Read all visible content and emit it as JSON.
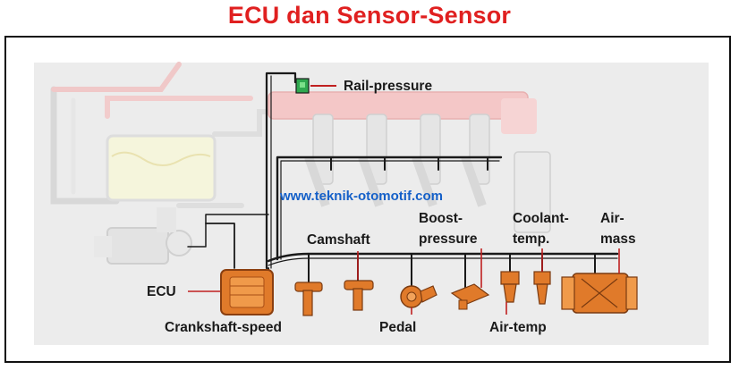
{
  "title": "ECU dan Sensor-Sensor",
  "watermark": "www.teknik-otomotif.com",
  "labels": {
    "rail_pressure": "Rail-pressure",
    "camshaft": "Camshaft",
    "boost_1": "Boost-",
    "boost_2": "pressure",
    "coolant_1": "Coolant-",
    "coolant_2": "temp.",
    "air_mass_1": "Air-",
    "air_mass_2": "mass",
    "ecu": "ECU",
    "crankshaft": "Crankshaft-speed",
    "pedal": "Pedal",
    "air_temp": "Air-temp"
  },
  "colors": {
    "title": "#e02020",
    "watermark": "#1560c8",
    "sensor": "#e07a2a",
    "wiring": "#1a1a1a",
    "pipe_pink": "#f2c4c4",
    "pipe_gray": "#dcdcdc",
    "background": "#ececec"
  }
}
